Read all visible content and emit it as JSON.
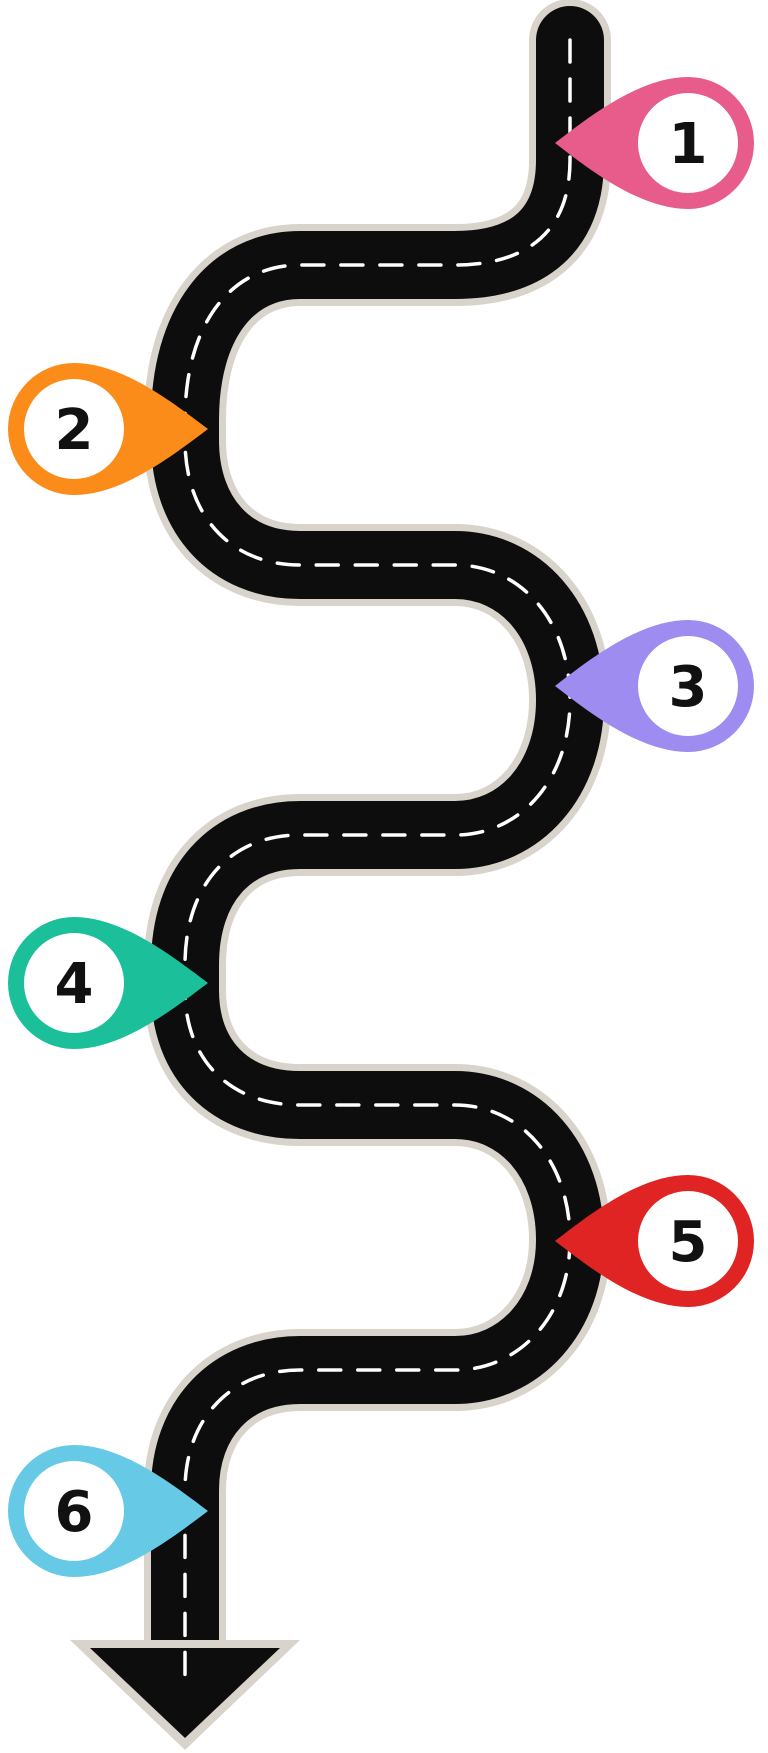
{
  "roadmap": {
    "road_color": "#0d0d0d",
    "edge_color": "#d8d4cc",
    "dash_color": "#ffffff",
    "arrow_direction": "down",
    "markers": [
      {
        "id": "1",
        "label": "1",
        "color": "#e85c8c",
        "pointing": "left"
      },
      {
        "id": "2",
        "label": "2",
        "color": "#fb8c19",
        "pointing": "right"
      },
      {
        "id": "3",
        "label": "3",
        "color": "#9e8cf0",
        "pointing": "left"
      },
      {
        "id": "4",
        "label": "4",
        "color": "#1bbf9a",
        "pointing": "right"
      },
      {
        "id": "5",
        "label": "5",
        "color": "#e02424",
        "pointing": "left"
      },
      {
        "id": "6",
        "label": "6",
        "color": "#66c9e6",
        "pointing": "right"
      }
    ]
  }
}
